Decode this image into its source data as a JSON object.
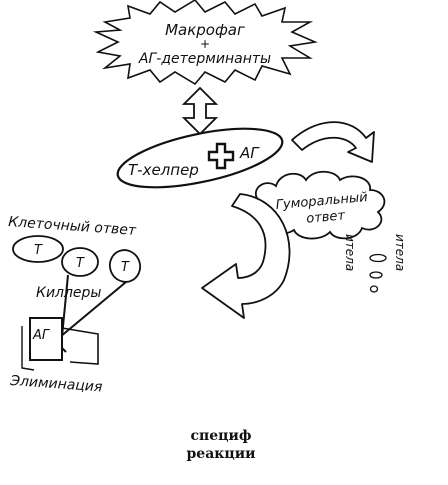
{
  "diagram": {
    "macrophage_line1": "Макрофаг",
    "macrophage_plus": "+",
    "macrophage_line2": "АГ-детерминанты",
    "t_helper": "Т-хелпер",
    "ag_center": "АГ",
    "humoral_line1": "Гуморальный",
    "humoral_line2": "ответ",
    "antibody_left": "итела",
    "antibody_right": "итела",
    "cellular_response": "Клеточный ответ",
    "t_cell_1": "Т",
    "t_cell_2": "Т",
    "t_cell_3": "Т",
    "killers": "Киллеры",
    "target_ag": "АГ",
    "elimination": "Элиминация"
  },
  "caption": {
    "line1": "специф",
    "line2": "реакции"
  }
}
